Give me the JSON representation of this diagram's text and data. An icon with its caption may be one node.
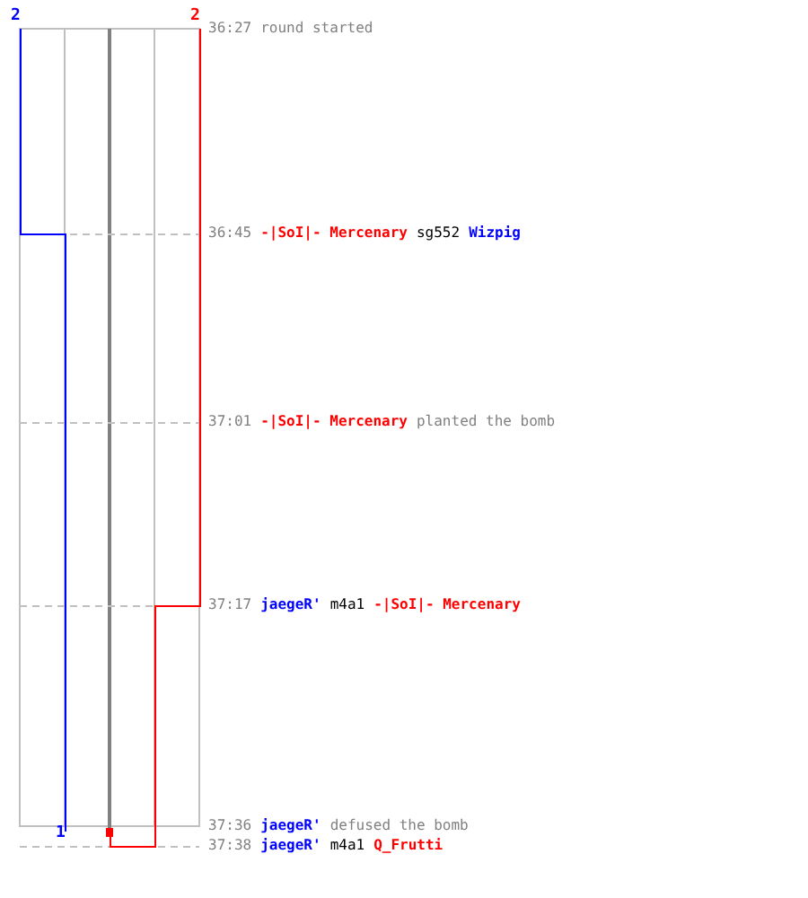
{
  "diagram": {
    "nodes": [
      {
        "text": [
          "36:27",
          "round started"
        ]
      },
      {
        "text": [
          "36:45",
          "-|SoI|- Mercenary",
          "sg552",
          "Wizpig"
        ]
      },
      {
        "text": [
          "37:01",
          "-|SoI|- Mercenary",
          "planted the bomb"
        ]
      },
      {
        "text": [
          "37:17",
          "jaegeR'",
          "m4a1",
          "-|SoI|- Mercenary"
        ]
      },
      {
        "text": [
          "37:36",
          "jaegeR'",
          "defused the bomb"
        ]
      },
      {
        "text": [
          "37:38",
          "jaegeR'",
          "m4a1",
          "Q_Frutti"
        ]
      }
    ],
    "labels": [
      "2",
      "2",
      "1"
    ]
  }
}
